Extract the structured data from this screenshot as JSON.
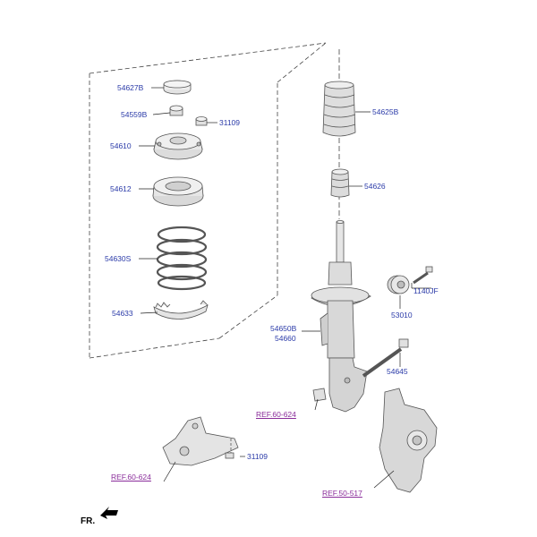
{
  "colors": {
    "part_label": "#2a3aa8",
    "ref_label": "#8a2c9a",
    "line": "#222222",
    "part_fill": "#e8e8e8",
    "part_stroke": "#555555"
  },
  "parts": {
    "p54627B": "54627B",
    "p54559B": "54559B",
    "p31109_top": "31109",
    "p54610": "54610",
    "p54612": "54612",
    "p54630S": "54630S",
    "p54633": "54633",
    "p54625B": "54625B",
    "p54626": "54626",
    "p1140JF": "1140JF",
    "p53010": "53010",
    "p54650B": "54650B",
    "p54660": "54660",
    "p54645": "54645",
    "p31109_bottom": "31109"
  },
  "refs": {
    "ref_60_624_a": "REF.60-624",
    "ref_60_624_b": "REF.60-624",
    "ref_50_517": "REF.50-517"
  },
  "direction": {
    "label": "FR.",
    "icon": "arrow-icon"
  }
}
